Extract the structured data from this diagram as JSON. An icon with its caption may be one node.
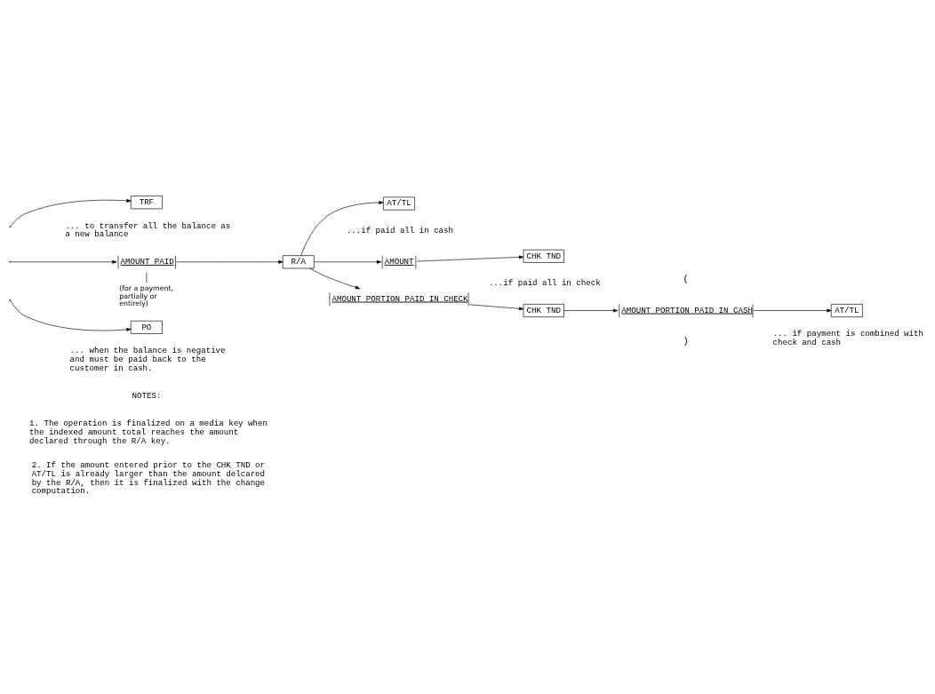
{
  "diagram": {
    "nodes": [
      {
        "text": [
          "TRF"
        ],
        "beside": [
          "... to transfer all the balance as a new balance"
        ]
      },
      {
        "text": [
          "AMOUNT PAID"
        ]
      },
      {
        "text": [
          "R/A"
        ]
      },
      {
        "text": [
          "AT/TL"
        ],
        "beside": [
          "...if paid all in cash"
        ]
      },
      {
        "text": [
          "AMOUNT"
        ]
      },
      {
        "text": [
          "CHK TND"
        ],
        "beside": [
          "...if paid all in check"
        ]
      },
      {
        "text": [
          "AMOUNT PORTION PAID IN CHECK"
        ]
      },
      {
        "text": [
          "CHK TND"
        ]
      },
      {
        "text": [
          "AMOUNT PORTION PAID IN CASH"
        ]
      },
      {
        "text": [
          "AT/TL"
        ],
        "beside": [
          "... if payment is combined with check and cash"
        ]
      },
      {
        "text": [
          "PO"
        ],
        "beside": [
          "... when the balance is negative and must be paid back to the customer in cash."
        ]
      },
      {
        "text": [
          "(for a payment, partially or entirely)"
        ]
      }
    ],
    "edges": [
      {
        "from": null,
        "to": 0,
        "arrow": "to"
      },
      {
        "from": null,
        "to": 1,
        "arrow": "to"
      },
      {
        "from": 1,
        "to": 2,
        "arrow": "to"
      },
      {
        "from": 2,
        "to": 3,
        "arrow": "to"
      },
      {
        "from": 2,
        "to": 4,
        "arrow": "to"
      },
      {
        "from": 4,
        "to": 5,
        "arrow": "to"
      },
      {
        "from": 2,
        "to": 6,
        "arrow": "to"
      },
      {
        "from": 6,
        "to": 7,
        "arrow": "to"
      },
      {
        "from": 7,
        "to": 8,
        "arrow": "to"
      },
      {
        "from": 8,
        "to": 9,
        "arrow": "to"
      },
      {
        "from": 1,
        "to": 11,
        "arrow": "none"
      },
      {
        "from": null,
        "to": 10,
        "arrow": "to"
      }
    ],
    "labels": [
      "(",
      ")",
      "NOTES:",
      "1. The operation is finalized on a media key when the indexed amount total reaches the amount declared through the R/A key.",
      "2. If the amount entered prior to the CHK TND or AT/TL is already larger than the amount delcared by the R/A, then it is finalized with the change computation."
    ]
  }
}
